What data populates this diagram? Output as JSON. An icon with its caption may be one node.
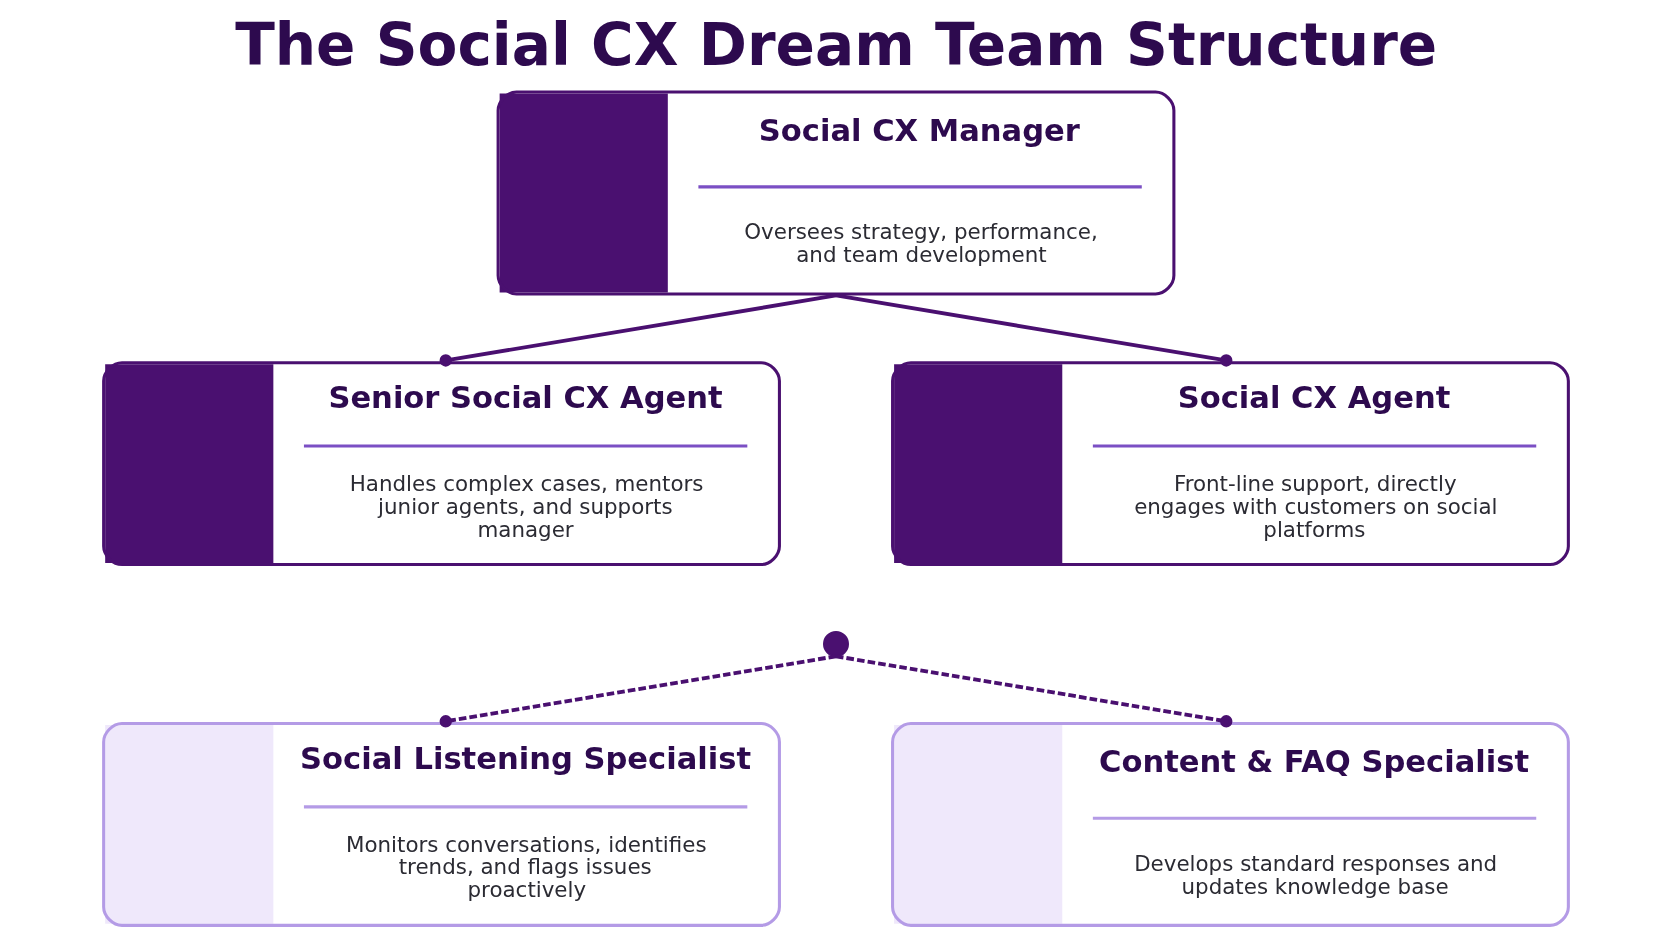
{
  "diagram": {
    "title": "The Social CX Dream Team Structure",
    "nodes": [
      {
        "text": [
          "Social CX Manager",
          "Oversees strategy, performance, and team development"
        ]
      },
      {
        "text": [
          "Senior Social CX Agent",
          "Handles complex cases, mentors junior agents, and supports manager"
        ]
      },
      {
        "text": [
          "Social CX Agent",
          "Front-line support, directly engages with customers on social platforms"
        ]
      },
      {
        "text": [],
        "shape": "circle"
      },
      {
        "text": [
          "Social Listening Specialist",
          "Monitors conversations, identifies trends, and flags issues proactively"
        ]
      },
      {
        "text": [
          "Content & FAQ Specialist",
          "Develops standard responses and updates knowledge base"
        ]
      }
    ],
    "edges": [
      {
        "from": 0,
        "to": 1,
        "arrow": "other"
      },
      {
        "from": 0,
        "to": 2,
        "arrow": "other"
      },
      {
        "from": 3,
        "to": 4,
        "arrow": "other",
        "style": "dashed"
      },
      {
        "from": 3,
        "to": 5,
        "arrow": "other",
        "style": "dashed"
      }
    ]
  }
}
